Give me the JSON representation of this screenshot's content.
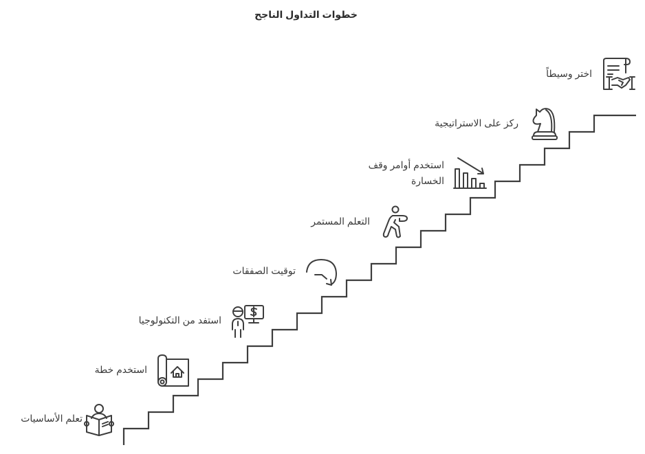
{
  "diagram": {
    "title": "خطوات التداول الناجح",
    "type": "staircase-process",
    "colors": {
      "stroke": "#3d3d3d",
      "text": "#3a3a3a",
      "background": "#ffffff"
    },
    "steps": [
      {
        "order": 1,
        "label": "تعلم الأساسيات",
        "icon": "reading-book-icon"
      },
      {
        "order": 2,
        "label": "استخدم خطة",
        "icon": "blueprint-plan-icon"
      },
      {
        "order": 3,
        "label": "استفد من التكنولوجيا",
        "icon": "person-monitor-dollar-icon"
      },
      {
        "order": 4,
        "label": "توقيت الصفقات",
        "icon": "circular-arrow-clock-icon"
      },
      {
        "order": 5,
        "label": "التعلم المستمر",
        "icon": "running-person-icon"
      },
      {
        "order": 6,
        "label_line1": "استخدم أوامر وقف",
        "label_line2": "الخسارة",
        "icon": "declining-bar-chart-icon"
      },
      {
        "order": 7,
        "label": "ركز على الاستراتيجية",
        "icon": "chess-knight-icon"
      },
      {
        "order": 8,
        "label": "اختر وسيطاً",
        "icon": "contract-handshake-icon"
      }
    ]
  }
}
